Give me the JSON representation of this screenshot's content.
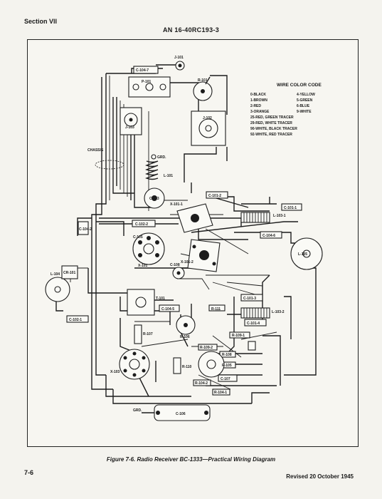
{
  "header": {
    "section": "Section VII",
    "manual_number": "AN 16-40RC193-3"
  },
  "legend": {
    "title": "WIRE COLOR CODE",
    "left": [
      "0-BLACK",
      "1-BROWN",
      "2-RED",
      "3-ORANGE"
    ],
    "right": [
      "4-YELLOW",
      "5-GREEN",
      "6-BLUE",
      "9-WHITE"
    ],
    "full": [
      "25-RED, GREEN TRACER",
      "29-RED, WHITE TRACER",
      "90-WHITE, BLACK TRACER",
      "92-WHITE, RED TRACER"
    ]
  },
  "labels": {
    "j101": "J-101",
    "c104_7": "C-104-7",
    "p101": "P-101",
    "r101": "R-101",
    "j103": "J-103",
    "j102": "J-102",
    "chassis": "CHASSIS",
    "grd_top": "GRD.",
    "l101": "L-101",
    "c103": "C-103",
    "x101_1": "X-101-1",
    "c101_2": "C-101-2",
    "l103_1": "L-103-1",
    "c102_2": "C-102-2",
    "c104_2": "C-104-2",
    "c101_1": "C-101-1",
    "c105": "C-105",
    "c104_6": "C-104-6",
    "x101": "X-101",
    "l105": "L-105",
    "l104": "L-104",
    "cr101": "CR-101",
    "c108": "C-108",
    "x101_2": "X-101-2",
    "t101": "T-101",
    "c102_1": "C-102-1",
    "c104_5": "C-104-5",
    "r111": "R-111",
    "r106": "R-106",
    "l103_2": "L-103-2",
    "c101_3": "C-101-3",
    "c101_4": "C-101-4",
    "r109_1": "R-109-1",
    "r107": "R-107",
    "r109_2": "R-109-2",
    "r108": "R-108",
    "r105": "R-105",
    "r110": "R-110",
    "c107": "C-107",
    "r104_2": "R-104-2",
    "r104_1": "R-104-1",
    "x103": "X-103",
    "grd_bottom": "GRD.",
    "c106": "C-106"
  },
  "caption": "Figure 7-6. Radio Receiver BC-1333—Practical Wiring Diagram",
  "footer": {
    "page": "7-6",
    "revised": "Revised 20 October 1945"
  }
}
